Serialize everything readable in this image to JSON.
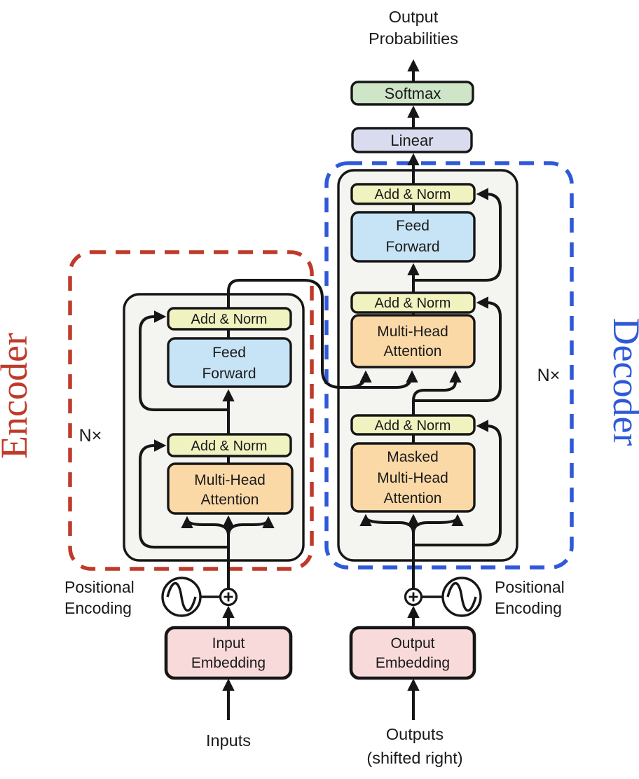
{
  "colors": {
    "wire": "#161616",
    "stack_fill": "#f4f4f1",
    "add_norm_fill": "#f0f2c0",
    "feed_forward_fill": "#c7e4f6",
    "attention_fill": "#fbd9a7",
    "softmax_fill": "#cfe5c8",
    "linear_fill": "#d9dcee",
    "embedding_fill": "#f9dada",
    "encoder_accent": "#bf3a2a",
    "decoder_accent": "#2e59d8"
  },
  "nodes": {
    "output_probabilities": {
      "line1": "Output",
      "line2": "Probabilities"
    },
    "softmax": "Softmax",
    "linear": "Linear",
    "add_norm": "Add & Norm",
    "feed_forward": {
      "line1": "Feed",
      "line2": "Forward"
    },
    "multi_head_attention": {
      "line1": "Multi-Head",
      "line2": "Attention"
    },
    "masked_multi_head_attention": {
      "line1": "Masked",
      "line2": "Multi-Head",
      "line3": "Attention"
    },
    "input_embedding": {
      "line1": "Input",
      "line2": "Embedding"
    },
    "output_embedding": {
      "line1": "Output",
      "line2": "Embedding"
    },
    "positional_encoding": {
      "line1": "Positional",
      "line2": "Encoding"
    }
  },
  "labels": {
    "encoder": "Encoder",
    "decoder": "Decoder",
    "n_times": "N×",
    "inputs": "Inputs",
    "outputs_line1": "Outputs",
    "outputs_line2": "(shifted right)"
  }
}
